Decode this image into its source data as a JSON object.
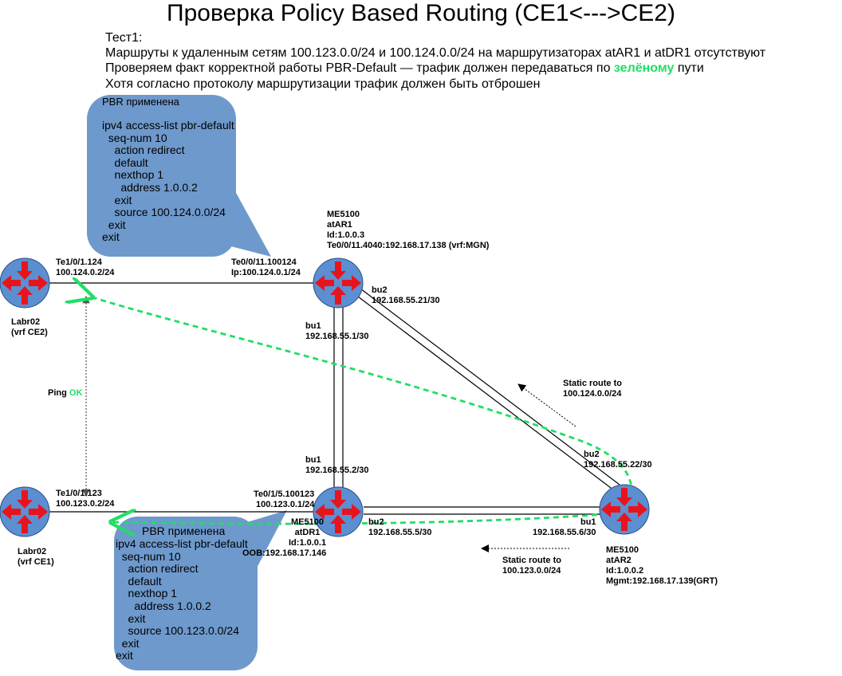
{
  "title": "Проверка Policy Based Routing (CE1<--->CE2)",
  "description": {
    "line1": "Тест1:",
    "line2": "Маршруты к удаленным сетям 100.123.0.0/24 и 100.124.0.0/24  на маршрутизаторах atAR1 и atDR1 отсутствуют",
    "line3_pre": "Проверяем факт корректной работы PBR-Default — трафик должен передаваться по ",
    "line3_green": "зелёному",
    "line3_post": " пути",
    "line4": "Хотя согласно протоколу маршрутизации трафик должен быть отброшен"
  },
  "bubble_top": {
    "title": "PBR применена",
    "lines": [
      "ipv4 access-list pbr-default",
      "  seq-num 10",
      "    action redirect",
      "    default",
      "    nexthop 1",
      "      address 1.0.0.2",
      "    exit",
      "    source 100.124.0.0/24",
      "  exit",
      "exit"
    ]
  },
  "bubble_bottom": {
    "title": "PBR применена",
    "lines": [
      "ipv4 access-list pbr-default",
      "  seq-num 10",
      "    action redirect",
      "    default",
      "    nexthop 1",
      "      address 1.0.0.2",
      "    exit",
      "    source 100.123.0.0/24",
      "  exit",
      "exit"
    ]
  },
  "routers": {
    "ce2": {
      "name": "Labr02",
      "vrf": "(vrf CE2)"
    },
    "ce1": {
      "name": "Labr02",
      "vrf": "(vrf CE1)"
    },
    "atar1": {
      "model": "ME5100",
      "name": "atAR1",
      "id": "Id:1.0.0.3",
      "mgmt": "Te0/0/11.4040:192.168.17.138 (vrf:MGN)"
    },
    "atdr1": {
      "model": "ME5100",
      "name": "atDR1",
      "id": "Id:1.0.0.1",
      "mgmt": "OOB:192.168.17.146"
    },
    "atar2": {
      "model": "ME5100",
      "name": "atAR2",
      "id": "Id:1.0.0.2",
      "mgmt": "Mgmt:192.168.17.139(GRT)"
    }
  },
  "interfaces": {
    "ce2_if": "Te1/0/1.124",
    "ce2_ip": "100.124.0.2/24",
    "ar1_te_if": "Te0/0/11.100124",
    "ar1_te_ip": "Ip:100.124.0.1/24",
    "ar1_bu2_if": "bu2",
    "ar1_bu2_ip": "192.168.55.21/30",
    "ar1_bu1_if": "bu1",
    "ar1_bu1_ip": "192.168.55.1/30",
    "dr1_bu1_if": "bu1",
    "dr1_bu1_ip": "192.168.55.2/30",
    "ce1_if": "Te1/0/1.123",
    "ce1_ip": "100.123.0.2/24",
    "dr1_te_if": "Te0/1/5.100123",
    "dr1_te_ip": "100.123.0.1/24",
    "dr1_bu2_if": "bu2",
    "dr1_bu2_ip": "192.168.55.5/30",
    "ar2_bu2_if": "bu2",
    "ar2_bu2_ip": "192.168.55.22/30",
    "ar2_bu1_if": "bu1",
    "ar2_bu1_ip": "192.168.55.6/30"
  },
  "static_routes": {
    "top_label": "Static route to",
    "top_net": "100.124.0.0/24",
    "bottom_label": "Static route to",
    "bottom_net": "100.123.0.0/24"
  },
  "ping": {
    "label": "Ping",
    "status": "OK"
  },
  "colors": {
    "router_fill": "#5b8fd1",
    "arrow_red": "#e8141d",
    "bubble_fill": "#6e99cc",
    "path_green": "#22dd66"
  }
}
